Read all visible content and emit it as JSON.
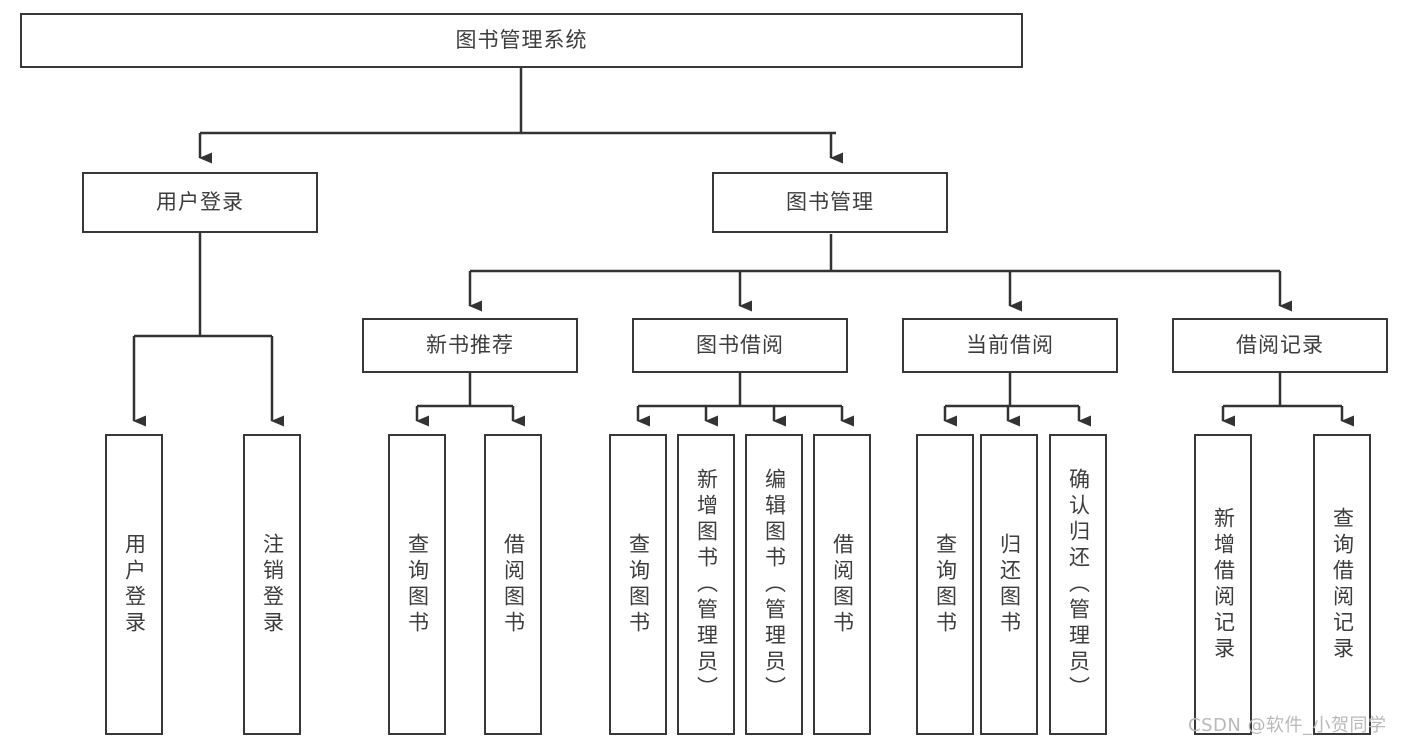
{
  "diagram": {
    "type": "tree",
    "title": "图书管理系统",
    "orientation": "top-down",
    "colors": {
      "box_border": "#36383a",
      "box_fill": "#ffffff",
      "edge": "#333333",
      "text": "#3d3d3d",
      "watermark": "#b9b9b9",
      "background": "#ffffff"
    },
    "nodes": {
      "root": {
        "label": "图书管理系统",
        "level": 1,
        "orientation": "horizontal"
      },
      "l2": [
        {
          "id": "user-login",
          "label": "用户登录",
          "level": 2
        },
        {
          "id": "book-manage",
          "label": "图书管理",
          "level": 2
        }
      ],
      "l3": [
        {
          "id": "new-book-rec",
          "label": "新书推荐",
          "level": 3
        },
        {
          "id": "book-borrow",
          "label": "图书借阅",
          "level": 3
        },
        {
          "id": "current-borrow",
          "label": "当前借阅",
          "level": 3
        },
        {
          "id": "borrow-record",
          "label": "借阅记录",
          "level": 3
        }
      ],
      "leaves": [
        {
          "id": "leaf-user-login",
          "label": "用户登录",
          "parent": "user-login"
        },
        {
          "id": "leaf-user-logout",
          "label": "注销登录",
          "parent": "user-login"
        },
        {
          "id": "leaf-query-book-1",
          "label": "查询图书",
          "parent": "new-book-rec"
        },
        {
          "id": "leaf-borrow-book-1",
          "label": "借阅图书",
          "parent": "new-book-rec"
        },
        {
          "id": "leaf-query-book-2",
          "label": "查询图书",
          "parent": "book-borrow"
        },
        {
          "id": "leaf-add-book",
          "label": "新增图书（管理员）",
          "parent": "book-borrow"
        },
        {
          "id": "leaf-edit-book",
          "label": "编辑图书（管理员）",
          "parent": "book-borrow"
        },
        {
          "id": "leaf-borrow-book-2",
          "label": "借阅图书",
          "parent": "book-borrow"
        },
        {
          "id": "leaf-query-book-3",
          "label": "查询图书",
          "parent": "current-borrow"
        },
        {
          "id": "leaf-return-book",
          "label": "归还图书",
          "parent": "current-borrow"
        },
        {
          "id": "leaf-confirm-return",
          "label": "确认归还（管理员）",
          "parent": "current-borrow"
        },
        {
          "id": "leaf-add-record",
          "label": "新增借阅记录",
          "parent": "borrow-record"
        },
        {
          "id": "leaf-query-record",
          "label": "查询借阅记录",
          "parent": "borrow-record"
        }
      ]
    }
  },
  "watermark": {
    "text": "CSDN @软件_小贺同学"
  }
}
